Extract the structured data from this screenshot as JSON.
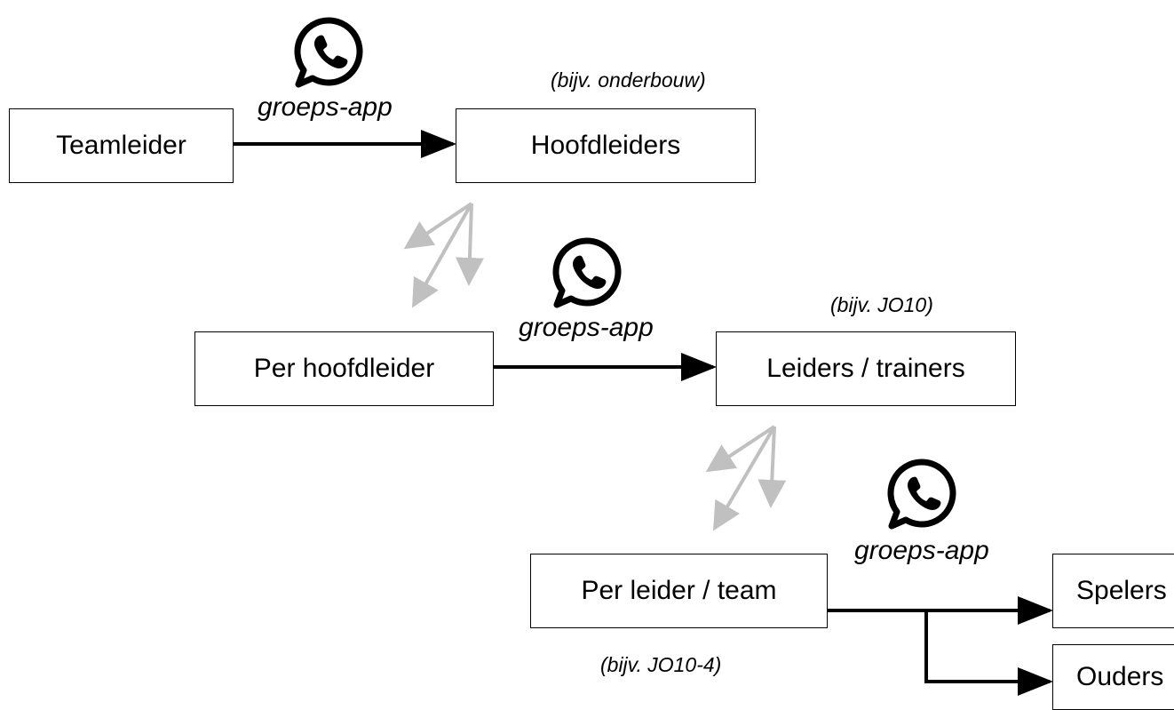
{
  "nodes": {
    "teamleider": "Teamleider",
    "hoofdleiders": "Hoofdleiders",
    "per_hoofdleider": "Per hoofdleider",
    "leiders_trainers": "Leiders / trainers",
    "per_leider_team": "Per leider / team",
    "spelers": "Spelers",
    "ouders": "Ouders"
  },
  "channels": {
    "label_1": "groeps-app",
    "label_2": "groeps-app",
    "label_3": "groeps-app",
    "icon": "whatsapp-icon"
  },
  "notes": {
    "onderbouw": "(bijv. onderbouw)",
    "jo10": "(bijv. JO10)",
    "jo10_4": "(bijv. JO10-4)"
  },
  "colors": {
    "main_arrow": "#000000",
    "split_arrow": "#c0c0c0"
  }
}
